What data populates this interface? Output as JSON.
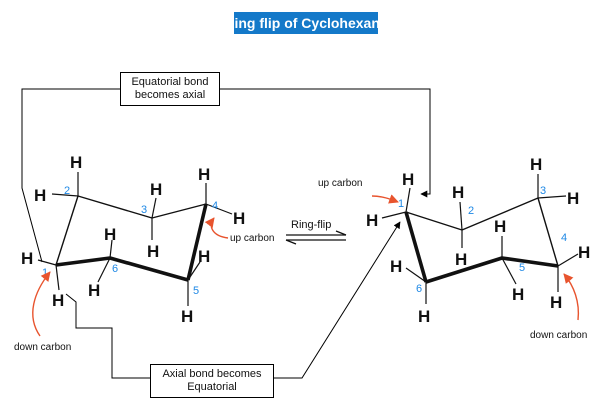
{
  "title": "Ring flip of Cyclohexane",
  "callouts": {
    "equatorial_to_axial": [
      "Equatorial bond",
      "becomes axial"
    ],
    "axial_to_equatorial": [
      "Axial bond becomes",
      "Equatorial"
    ]
  },
  "arrow_label": "Ring-flip",
  "left_chair": {
    "carbon_numbers": [
      "1",
      "2",
      "3",
      "4",
      "5",
      "6"
    ],
    "hydrogen": "H",
    "labels": {
      "up": "up carbon",
      "down": "down carbon"
    }
  },
  "right_chair": {
    "carbon_numbers": [
      "1",
      "2",
      "3",
      "4",
      "5",
      "6"
    ],
    "hydrogen": "H",
    "labels": {
      "up": "up carbon",
      "down": "down carbon"
    }
  },
  "colors": {
    "title_bg": "#1479c9",
    "numbers": "#1e88e5",
    "pointer": "#e8542e"
  }
}
